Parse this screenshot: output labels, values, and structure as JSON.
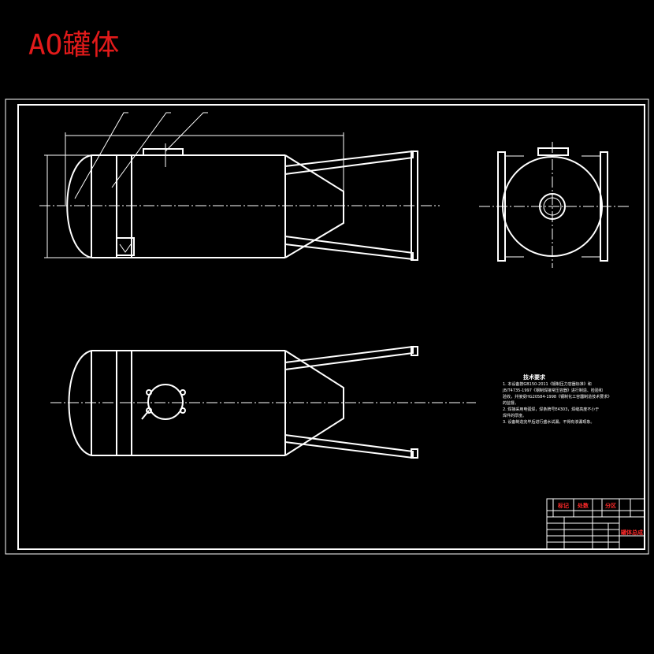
{
  "title": "AO罐体",
  "tech_notes": {
    "heading": "技术要求",
    "lines": [
      "1. 本设备按GB150-2011《钢制压力容器标准》和",
      "JB/T4735-1997《钢制焊接常压容器》进行制造、检验和",
      "验收，并接受HG20584-1998《钢制化工容器制造技术要求》",
      "的监督。",
      "2. 焊接采用电弧焊，焊条牌号E4303，焊缝高度不小于",
      "焊件的厚度。",
      "3. 设备制造完毕后进行盛水试漏，不得有渗漏现象。"
    ]
  },
  "title_block": {
    "stamp_labels": [
      "标记",
      "处数",
      "分区"
    ],
    "drawing_name": "罐体总成"
  },
  "colors": {
    "title": "#e21a1a",
    "stamp": "#ff2a2a",
    "lines": "#ffffff",
    "background": "#000000"
  }
}
